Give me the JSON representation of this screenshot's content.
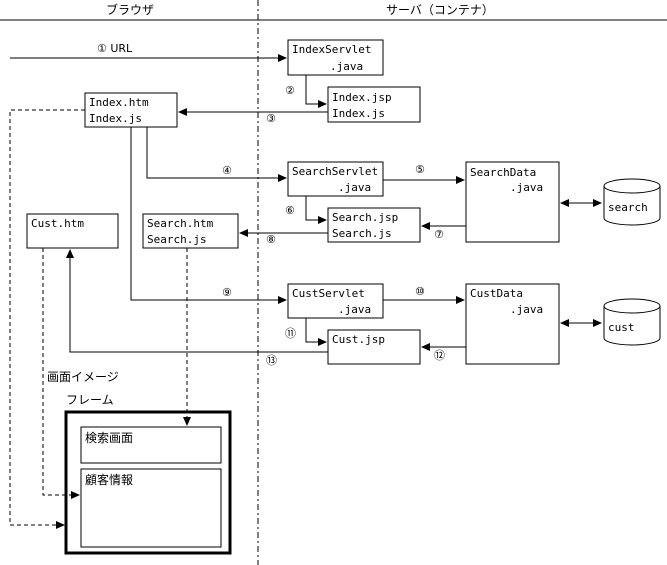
{
  "headers": {
    "browser": "ブラウザ",
    "server": "サーバ（コンテナ）"
  },
  "steps": {
    "s1": "① URL",
    "s2": "②",
    "s3": "③",
    "s4": "④",
    "s5": "⑤",
    "s6": "⑥",
    "s7": "⑦",
    "s8": "⑧",
    "s9": "⑨",
    "s10": "⑩",
    "s11": "⑪",
    "s12": "⑫",
    "s13": "⑬"
  },
  "boxes": {
    "index_servlet": [
      "IndexServlet",
      ".java"
    ],
    "index_jsp": [
      "Index.jsp",
      "Index.js"
    ],
    "index_htm": [
      "Index.htm",
      "Index.js"
    ],
    "search_servlet": [
      "SearchServlet",
      ".java"
    ],
    "search_jsp": [
      "Search.jsp",
      "Search.js"
    ],
    "search_data": [
      "SearchData",
      ".java"
    ],
    "search_htm": [
      "Search.htm",
      "Search.js"
    ],
    "cust_htm": [
      "Cust.htm"
    ],
    "cust_servlet": [
      "CustServlet",
      ".java"
    ],
    "cust_jsp": [
      "Cust.jsp"
    ],
    "cust_data": [
      "CustData",
      ".java"
    ]
  },
  "databases": {
    "search": "search",
    "cust": "cust"
  },
  "frame": {
    "caption1": "画面イメージ",
    "caption2": "フレーム",
    "top_pane": "検索画面",
    "bottom_pane": "顧客情報"
  }
}
